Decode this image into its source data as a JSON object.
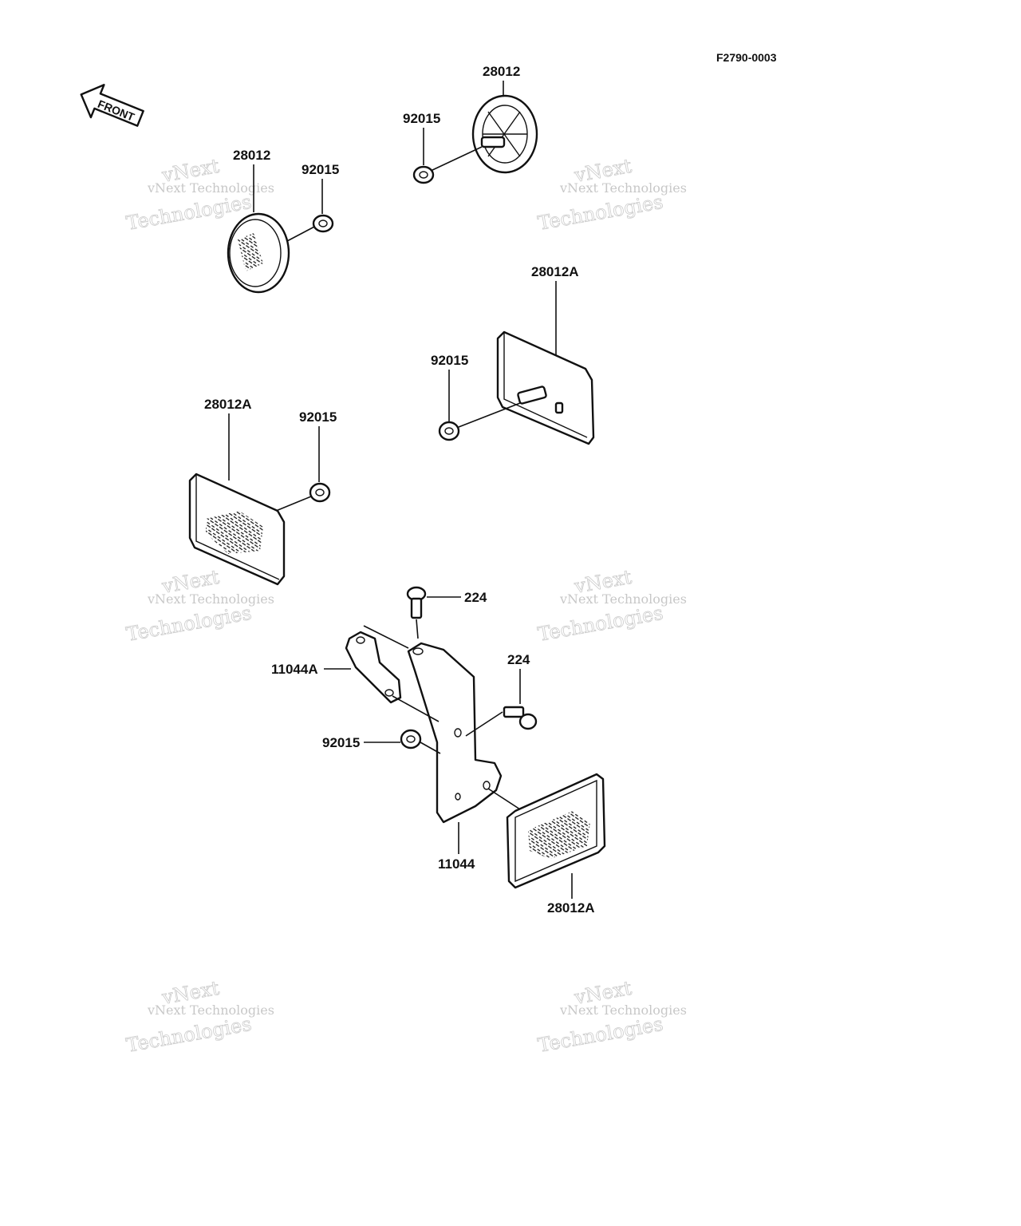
{
  "figure_code": "F2790-0003",
  "front_label": "FRONT",
  "watermark": {
    "line1": "vNext Technologies",
    "line2": "vNext",
    "line3": "Technologies"
  },
  "callouts": {
    "c1": "28012",
    "c2": "92015",
    "c3": "28012",
    "c4": "92015",
    "c5": "28012A",
    "c6": "92015",
    "c7": "28012A",
    "c8": "92015",
    "c9": "224",
    "c10": "224",
    "c11": "11044A",
    "c12": "92015",
    "c13": "11044",
    "c14": "28012A"
  },
  "colors": {
    "ink": "#111111",
    "watermark": "#a0a0a0"
  }
}
